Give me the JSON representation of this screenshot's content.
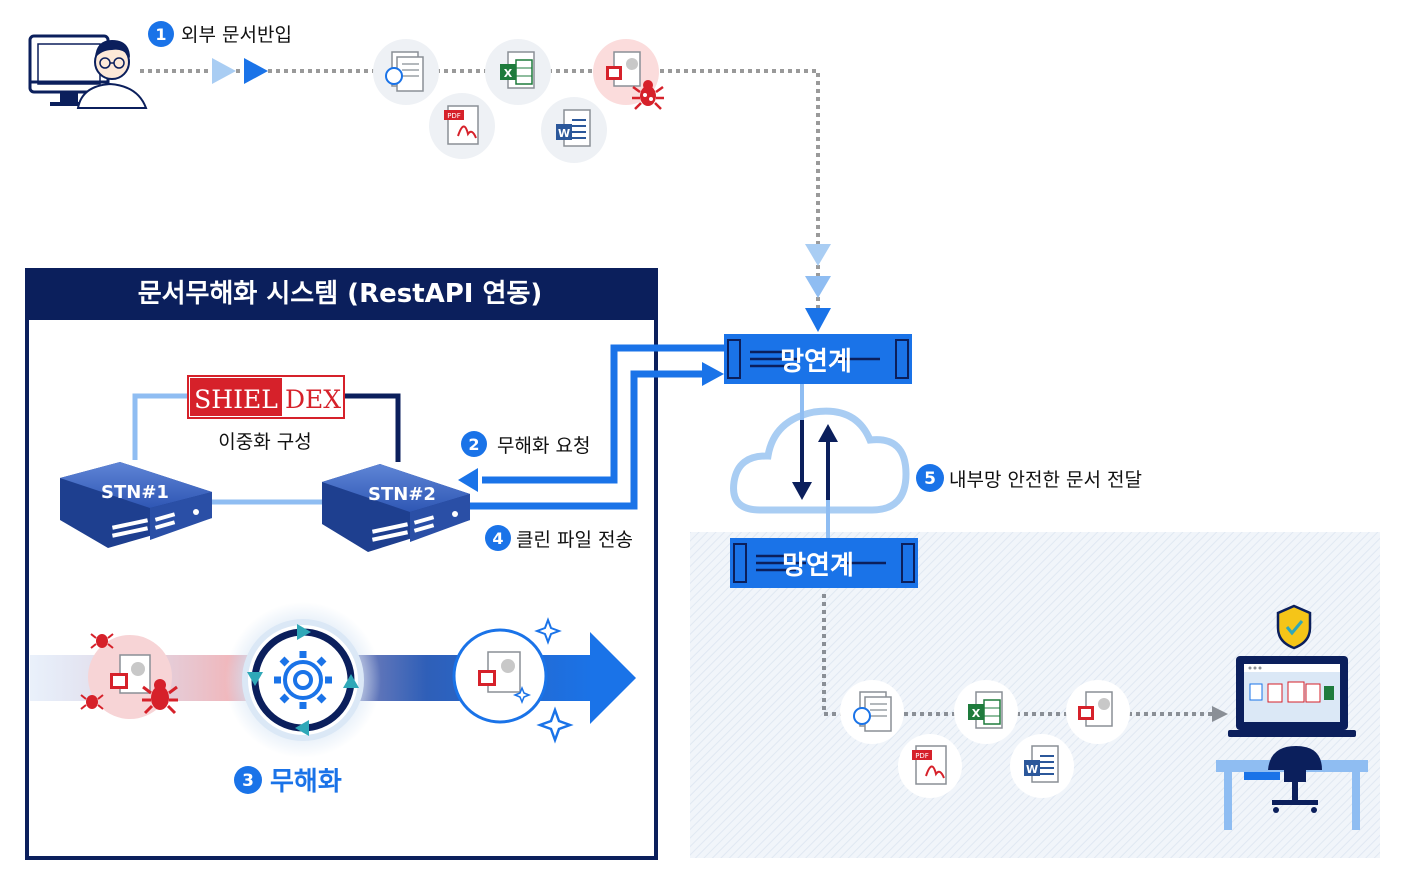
{
  "colors": {
    "navy": "#0b1f5c",
    "blue": "#1a73e8",
    "light_blue": "#8fbdf2",
    "pale_blue": "#dbe8f6",
    "red": "#d6212a",
    "cloud": "#a9cdf3"
  },
  "steps": {
    "s1": {
      "num": "1",
      "label": "외부 문서반입"
    },
    "s2": {
      "num": "2",
      "label": "무해화 요청"
    },
    "s3": {
      "num": "3",
      "label": "무해화"
    },
    "s4": {
      "num": "4",
      "label": "클린 파일 전송"
    },
    "s5": {
      "num": "5",
      "label": "내부망 안전한 문서 전달"
    }
  },
  "system_box": {
    "title": "문서무해화 시스템 (RestAPI 연동)",
    "brand_left": "SHIEL",
    "brand_right": "DEX",
    "redundancy_label": "이중화 구성",
    "server1": "STN#1",
    "server2": "STN#2"
  },
  "gateway": {
    "top_label": "망연계",
    "bottom_label": "망연계"
  },
  "file_icons": {
    "hwp": "hwp-file-icon",
    "excel": "excel-file-icon",
    "ppt": "ppt-file-icon",
    "pdf": "pdf-file-icon",
    "word": "word-file-icon",
    "pdf_badge": "PDF",
    "excel_badge": "X",
    "word_badge": "W"
  }
}
